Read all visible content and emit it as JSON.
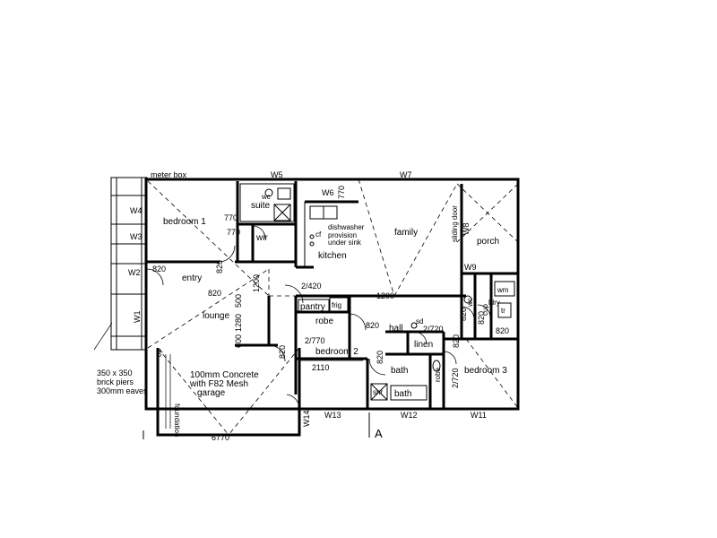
{
  "rooms": {
    "bedroom1": "bedroom 1",
    "suite": "suite",
    "wc_suite": "wc",
    "wir": "wir",
    "family": "family",
    "kitchen": "kitchen",
    "dishwasher": "dishwasher",
    "provision": "provision",
    "under_sink": "under sink",
    "entry": "entry",
    "lounge": "lounge",
    "pantry": "pantry",
    "frig": "frig",
    "robe": "robe",
    "bedroom2": "bedroom 2",
    "hall": "hall",
    "linen": "linen",
    "bath_room": "bath",
    "robe2": "robe",
    "bedroom3": "bedroom 3",
    "porch": "porch",
    "wm": "wm",
    "ldry": "ldry",
    "tr": "tr",
    "wc2": "wc",
    "cup": "cup",
    "shr": "shr",
    "bath_tub": "bath",
    "garage": "garage",
    "sliding_door": "sliding door",
    "cf": "cf",
    "sd": "sd"
  },
  "dimensions": {
    "d770a": "770",
    "d770b": "770",
    "d820_entry": "820",
    "d820_lounge": "820",
    "d820_side": "820",
    "d1200_v": "1200",
    "d1280": "1280",
    "d500": "500",
    "d600": "600",
    "d2_420": "2/420",
    "d1200_h": "1200",
    "d820_hall": "820",
    "d2_720a": "2/720",
    "d820_b3a": "820",
    "d820_b3b": "820",
    "d820_ldry": "820",
    "d820_wc": "820",
    "d2_770": "2/770",
    "d2110": "2110",
    "d820_bath": "820",
    "d2_720b": "2/720",
    "d820_garage": "820",
    "d6770": "6770",
    "d770_w6": "770"
  },
  "windows": {
    "w1": "W1",
    "w2": "W2",
    "w3": "W3",
    "w4": "W4",
    "w5": "W5",
    "w6": "W6",
    "w7": "W7",
    "w8": "W8",
    "w9": "W9",
    "w11": "W11",
    "w12": "W12",
    "w13": "W13",
    "w14": "W14"
  },
  "notes": {
    "meter_box": "meter box",
    "piers_line1": "350 x 350",
    "piers_line2": "brick piers",
    "piers_line3": "300mm eaves",
    "concrete_line1": "100mm Concrete",
    "concrete_line2": "with F82 Mesh",
    "foundation": "foundation",
    "section_marker": "A",
    "op": "op"
  }
}
